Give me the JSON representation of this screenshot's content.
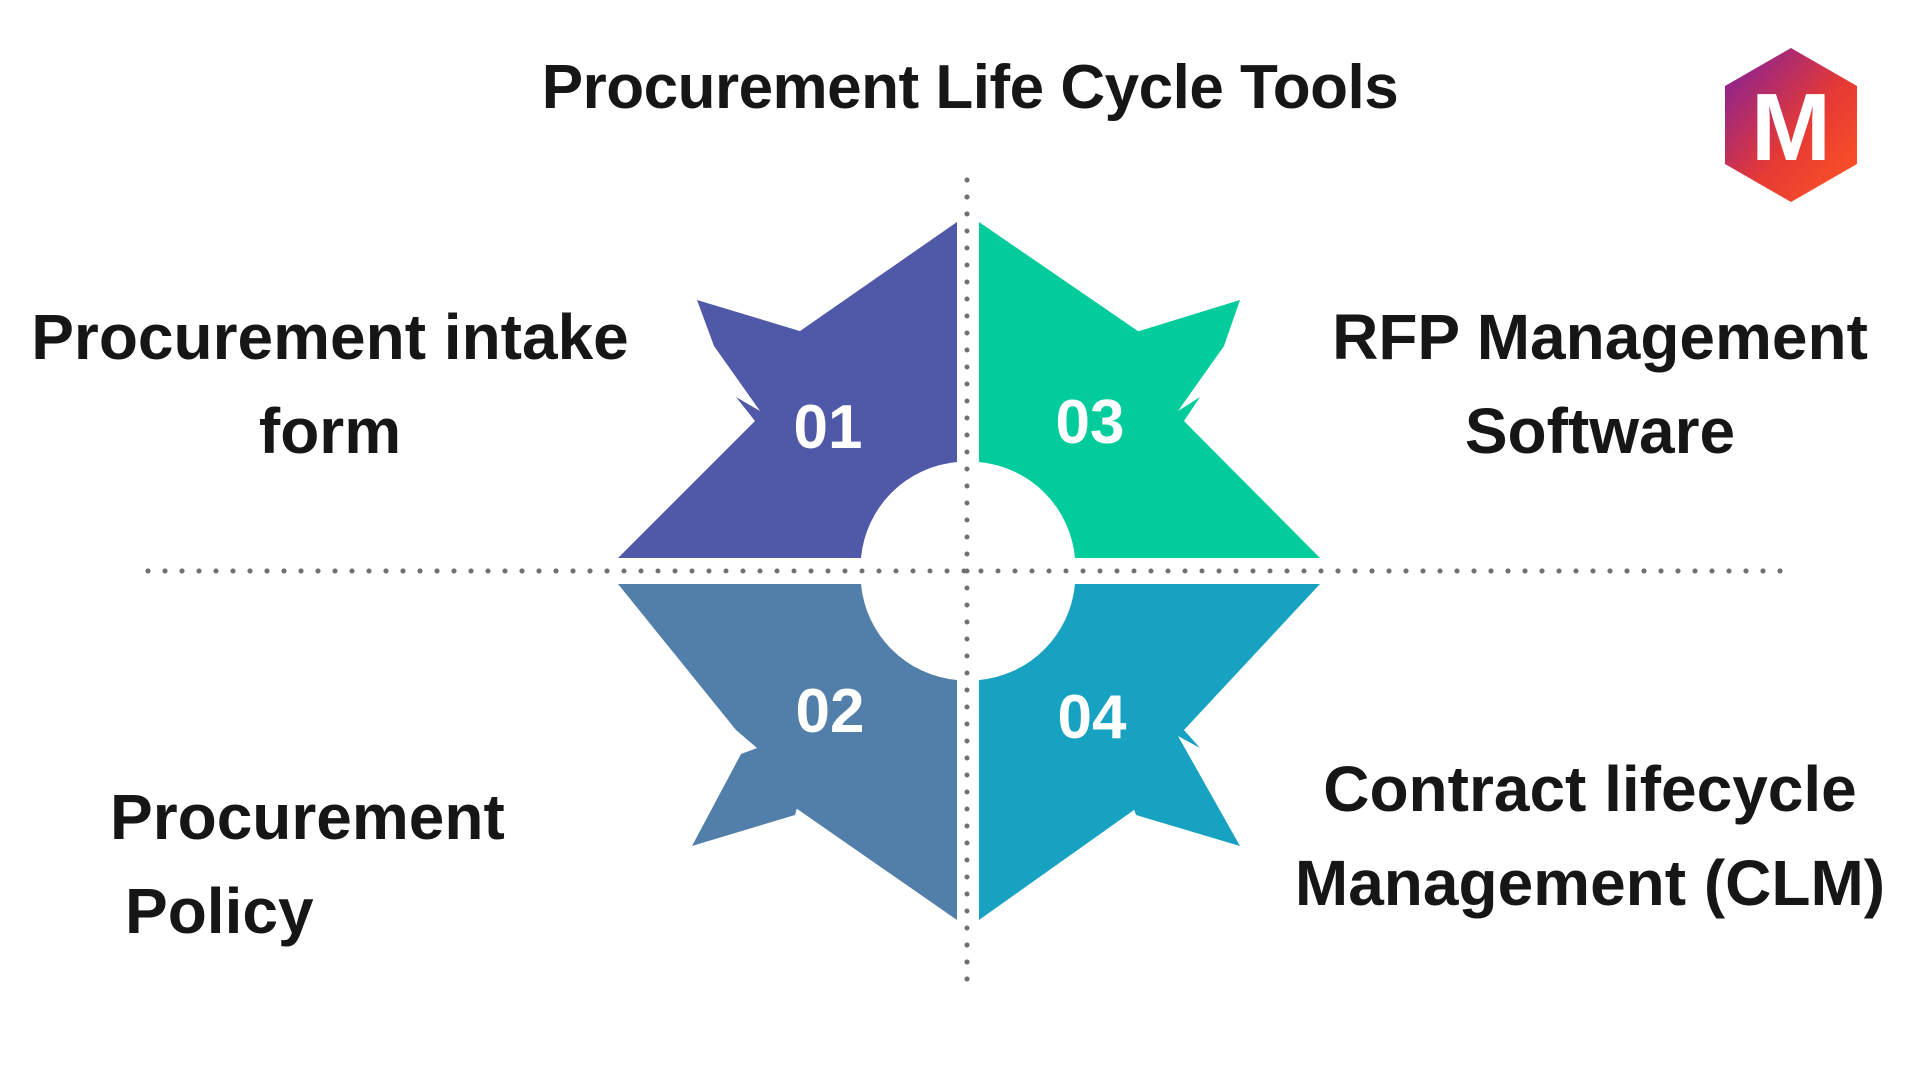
{
  "title": "Procurement Life Cycle Tools",
  "logo": {
    "letter": "M",
    "gradient": [
      "#7b1fa2",
      "#e53935",
      "#ff5722"
    ]
  },
  "colors": {
    "step01": "#5058a8",
    "step02": "#527faa",
    "step03": "#02cc9b",
    "step04": "#17a2c2",
    "dots": "#707070"
  },
  "steps": [
    {
      "number": "01",
      "lines": [
        "Procurement intake",
        "form"
      ]
    },
    {
      "number": "02",
      "lines": [
        "Procurement",
        "Policy"
      ]
    },
    {
      "number": "03",
      "lines": [
        "RFP Management",
        "Software"
      ]
    },
    {
      "number": "04",
      "lines": [
        "Contract lifecycle",
        "Management (CLM)"
      ]
    }
  ]
}
